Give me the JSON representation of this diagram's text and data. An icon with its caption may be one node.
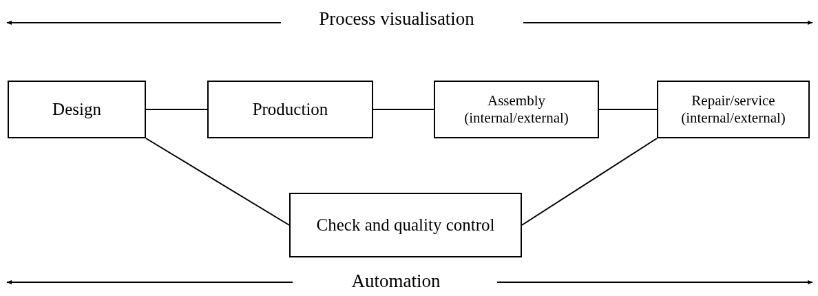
{
  "diagram": {
    "nodes": [
      {
        "text": [
          "Design"
        ]
      },
      {
        "text": [
          "Production"
        ]
      },
      {
        "text": [
          "Assembly (internal/external)"
        ]
      },
      {
        "text": [
          "Repair/service (internal/external)"
        ]
      },
      {
        "text": [
          "Check and quality control"
        ]
      }
    ],
    "edges": [
      {
        "from": 0,
        "to": 1,
        "arrow": "none"
      },
      {
        "from": 1,
        "to": 2,
        "arrow": "none"
      },
      {
        "from": 2,
        "to": 3,
        "arrow": "none"
      },
      {
        "from": 0,
        "to": 4,
        "arrow": "none"
      },
      {
        "from": 4,
        "to": 3,
        "arrow": "none"
      }
    ],
    "labels": [
      "Process visualisation",
      "Automation"
    ]
  }
}
